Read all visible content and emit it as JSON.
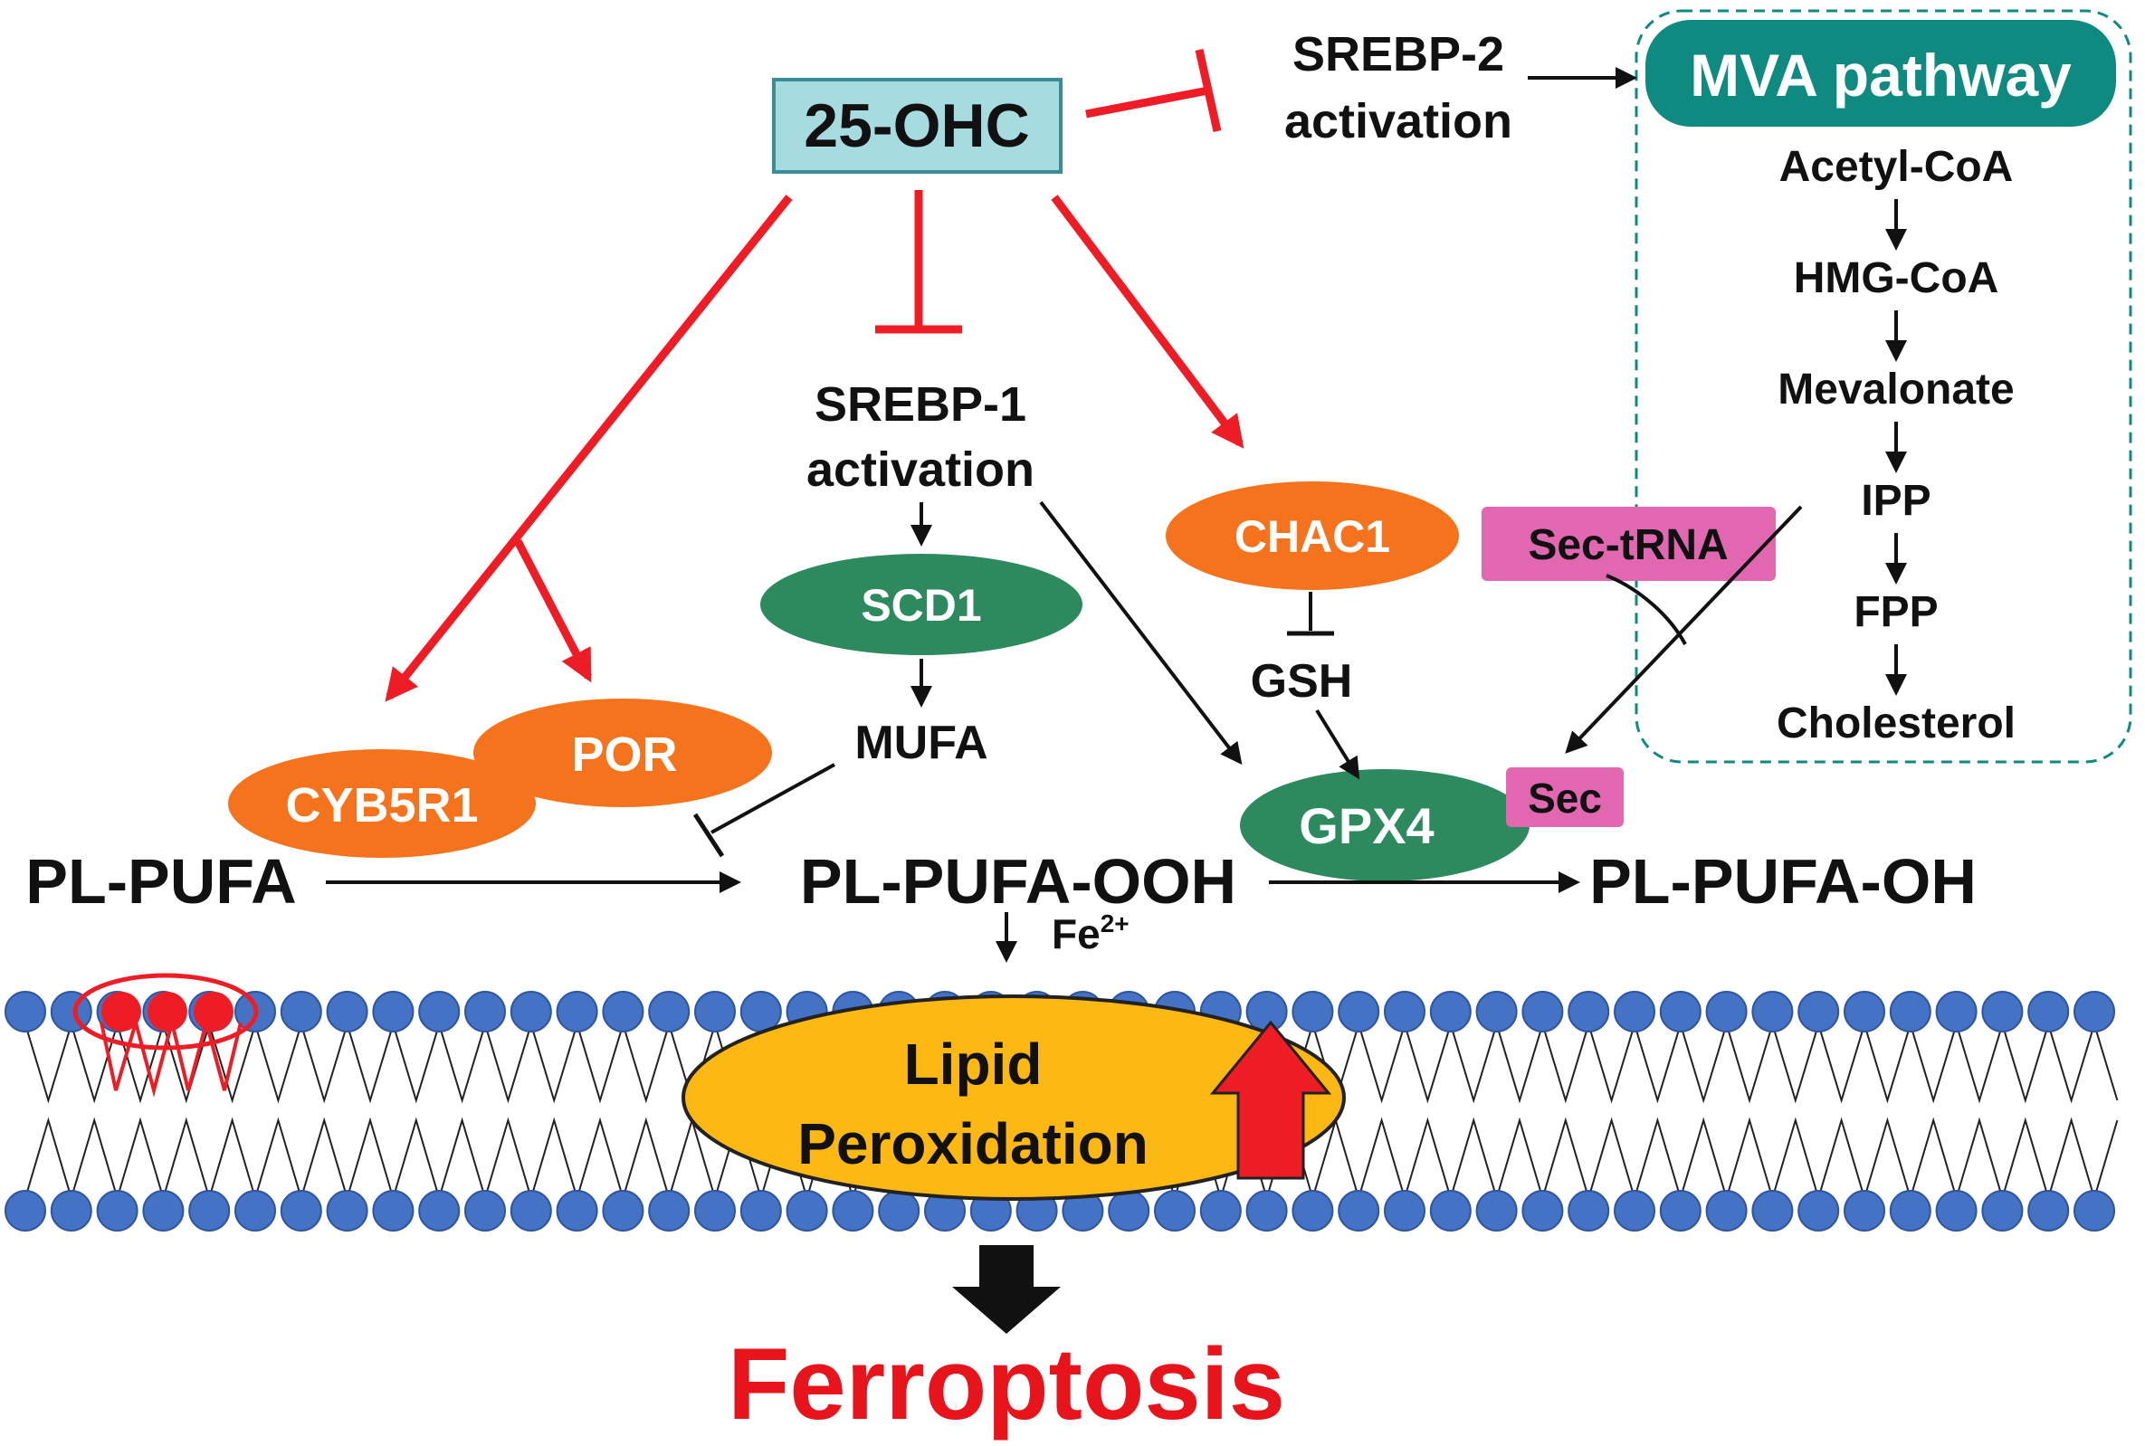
{
  "colors": {
    "inhibit_red": "#ee1c24",
    "arrow_black": "#111111",
    "box_fill": "#a6dce0",
    "box_border": "#3a8c97",
    "orange": "#f5731c",
    "green": "#2d8a5f",
    "teal": "#0f8a80",
    "pink": "#e067b0",
    "yellow": "#fdb813",
    "head_blue": "#4472c4",
    "ferroptosis_red": "#e8141b"
  },
  "nodes": {
    "ohc25": "25-OHC",
    "srebp2_line1": "SREBP-2",
    "srebp2_line2": "activation",
    "mva_title": "MVA pathway",
    "mva_steps": [
      "Acetyl-CoA",
      "HMG-CoA",
      "Mevalonate",
      "IPP",
      "FPP",
      "Cholesterol"
    ],
    "srebp1_line1": "SREBP-1",
    "srebp1_line2": "activation",
    "scd1": "SCD1",
    "mufa": "MUFA",
    "chac1": "CHAC1",
    "gsh": "GSH",
    "sec_trna": "Sec-tRNA",
    "sec": "Sec",
    "gpx4": "GPX4",
    "por": "POR",
    "cyb5r1": "CYB5R1",
    "pl_pufa": "PL-PUFA",
    "pl_pufa_ooh": "PL-PUFA-OOH",
    "pl_pufa_oh": "PL-PUFA-OH",
    "fe": "Fe",
    "fe_charge": "2+",
    "lipid_line1": "Lipid",
    "lipid_line2": "Peroxidation",
    "ferroptosis": "Ferroptosis"
  }
}
